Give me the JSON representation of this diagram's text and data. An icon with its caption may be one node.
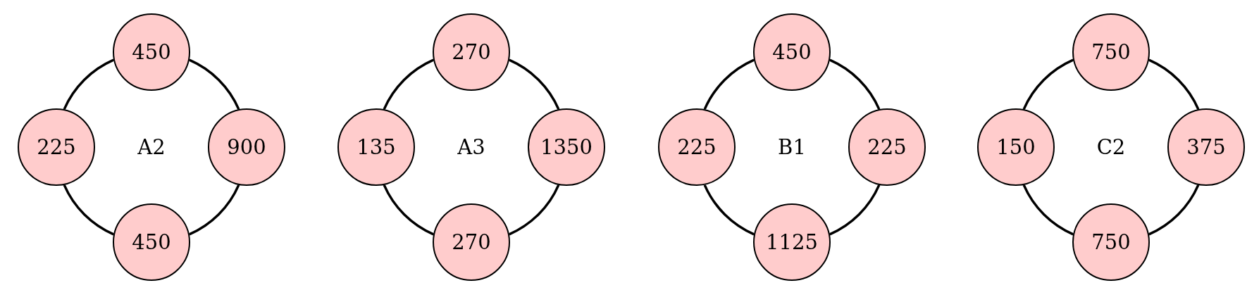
{
  "diagram": {
    "nodes": [
      {
        "text": [
          "450"
        ]
      },
      {
        "text": [
          "225"
        ]
      },
      {
        "text": [
          "900"
        ]
      },
      {
        "text": [
          "450"
        ]
      },
      {
        "text": [
          "270"
        ]
      },
      {
        "text": [
          "135"
        ]
      },
      {
        "text": [
          "1350"
        ]
      },
      {
        "text": [
          "270"
        ]
      },
      {
        "text": [
          "450"
        ]
      },
      {
        "text": [
          "225"
        ]
      },
      {
        "text": [
          "225"
        ]
      },
      {
        "text": [
          "1125"
        ]
      },
      {
        "text": [
          "750"
        ]
      },
      {
        "text": [
          "150"
        ]
      },
      {
        "text": [
          "375"
        ]
      },
      {
        "text": [
          "750"
        ]
      }
    ],
    "edges": [
      {
        "from": 0,
        "to": 2,
        "arrow": "none"
      },
      {
        "from": 2,
        "to": 3,
        "arrow": "none"
      },
      {
        "from": 3,
        "to": 1,
        "arrow": "none"
      },
      {
        "from": 1,
        "to": 0,
        "arrow": "none"
      },
      {
        "from": 4,
        "to": 6,
        "arrow": "none"
      },
      {
        "from": 6,
        "to": 7,
        "arrow": "none"
      },
      {
        "from": 7,
        "to": 5,
        "arrow": "none"
      },
      {
        "from": 5,
        "to": 4,
        "arrow": "none"
      },
      {
        "from": 8,
        "to": 10,
        "arrow": "none"
      },
      {
        "from": 10,
        "to": 11,
        "arrow": "none"
      },
      {
        "from": 11,
        "to": 9,
        "arrow": "none"
      },
      {
        "from": 9,
        "to": 8,
        "arrow": "none"
      },
      {
        "from": 12,
        "to": 14,
        "arrow": "none"
      },
      {
        "from": 14,
        "to": 15,
        "arrow": "none"
      },
      {
        "from": 15,
        "to": 13,
        "arrow": "none"
      },
      {
        "from": 13,
        "to": 12,
        "arrow": "none"
      }
    ],
    "labels": [
      "A2",
      "A3",
      "B1",
      "C2"
    ]
  }
}
